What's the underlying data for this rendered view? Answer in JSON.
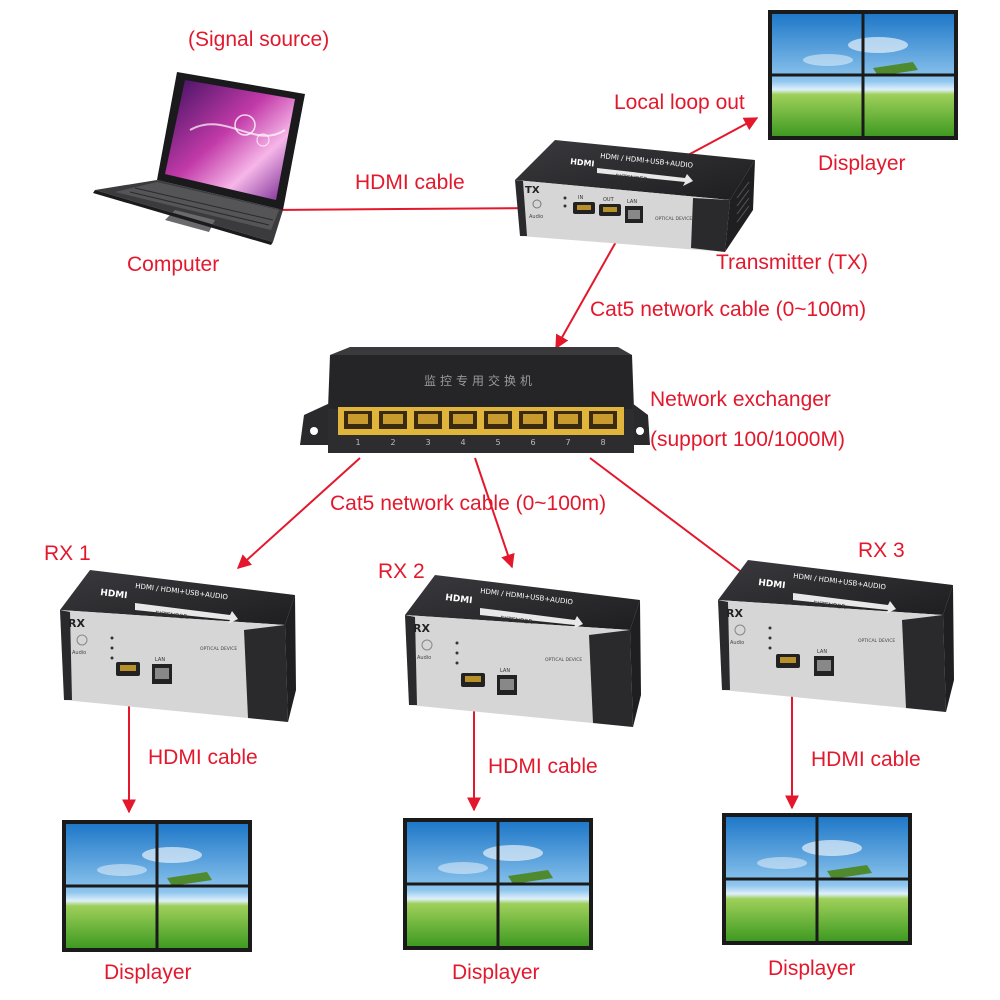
{
  "colors": {
    "accent": "#e3182d",
    "device_body": "#2a2a2d",
    "panel": "#d8d8d8",
    "port": "#e1b43c"
  },
  "source": {
    "label_top": "(Signal source)",
    "label_bottom": "Computer",
    "cable_label": "HDMI cable"
  },
  "transmitter": {
    "label": "Transmitter (TX)",
    "loop_label": "Local loop out",
    "display_label": "Displayer",
    "cable_label": "Cat5 network cable (0~100m)",
    "device": {
      "tag": "TX",
      "product": "HDMI / HDMI+USB+AUDIO",
      "logo": "HDMI",
      "extender": "EXTENDER",
      "port_in": "IN",
      "port_out": "OUT",
      "port_lan": "LAN",
      "power": "Audio",
      "optical": "OPTICAL DEVICE"
    }
  },
  "switch": {
    "label_line1": "Network exchanger",
    "label_line2": "(support 100/1000M)",
    "chinese_label": "监控专用交换机",
    "port_numbers": [
      "1",
      "2",
      "3",
      "4",
      "5",
      "6",
      "7",
      "8"
    ],
    "cable_label": "Cat5 network cable (0~100m)"
  },
  "receivers": [
    {
      "label": "RX 1",
      "cable_label": "HDMI cable",
      "display_label": "Displayer",
      "device": {
        "tag": "RX",
        "product": "HDMI / HDMI+USB+AUDIO",
        "logo": "HDMI",
        "extender": "EXTENDER",
        "port_lan": "LAN",
        "power": "Audio",
        "optical": "OPTICAL DEVICE"
      }
    },
    {
      "label": "RX 2",
      "cable_label": "HDMI cable",
      "display_label": "Displayer",
      "device": {
        "tag": "RX",
        "product": "HDMI / HDMI+USB+AUDIO",
        "logo": "HDMI",
        "extender": "EXTENDER",
        "port_lan": "LAN",
        "power": "Audio",
        "optical": "OPTICAL DEVICE"
      }
    },
    {
      "label": "RX 3",
      "cable_label": "HDMI cable",
      "display_label": "Displayer",
      "device": {
        "tag": "RX",
        "product": "HDMI / HDMI+USB+AUDIO",
        "logo": "HDMI",
        "extender": "EXTENDER",
        "port_lan": "LAN",
        "power": "Audio",
        "optical": "OPTICAL DEVICE"
      }
    }
  ]
}
